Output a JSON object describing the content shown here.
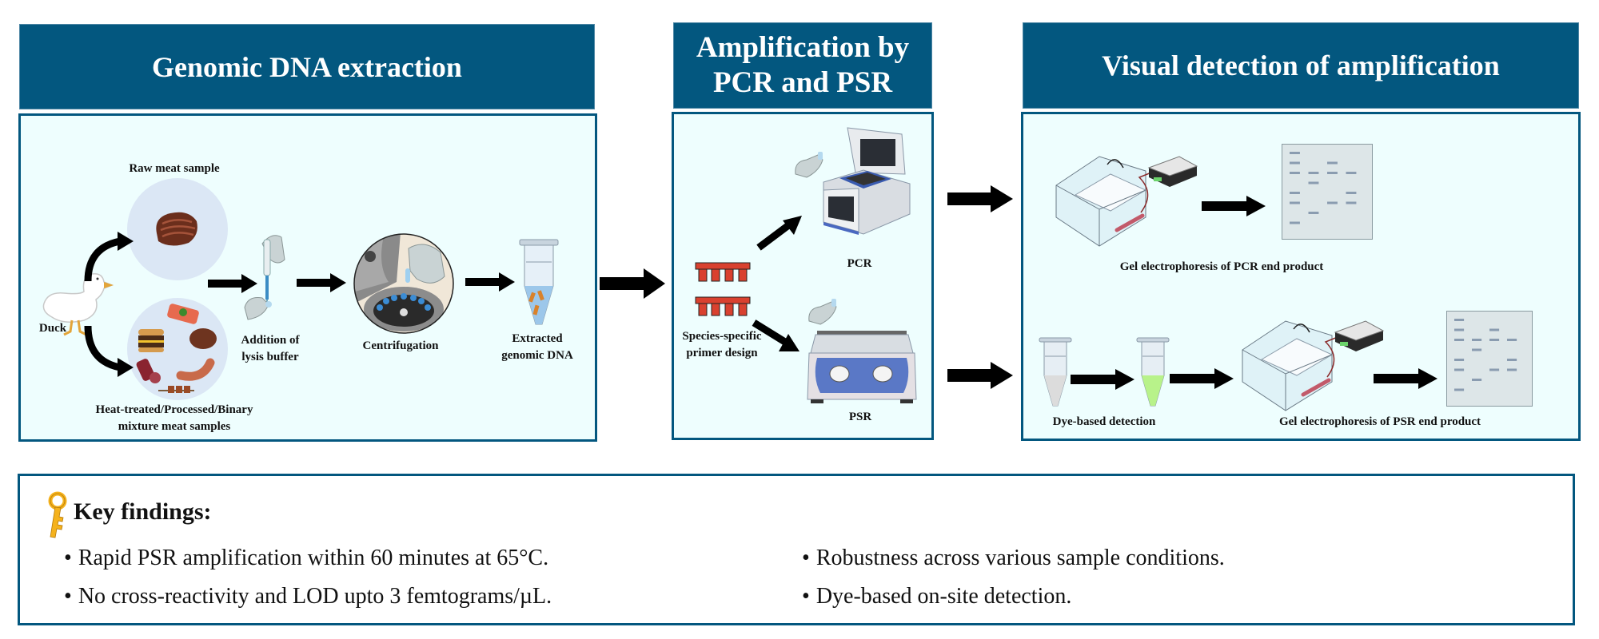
{
  "panels": {
    "extraction": {
      "title": "Genomic DNA extraction",
      "labels": {
        "raw_meat": "Raw meat sample",
        "duck": "Duck",
        "processed_line1": "Heat-treated/Processed/Binary",
        "processed_line2": "mixture meat samples",
        "lysis_line1": "Addition of",
        "lysis_line2": "lysis buffer",
        "centrifugation": "Centrifugation",
        "extracted_line1": "Extracted",
        "extracted_line2": "genomic DNA"
      }
    },
    "amplification": {
      "title_line1": "Amplification by",
      "title_line2": "PCR and PSR",
      "labels": {
        "pcr": "PCR",
        "psr": "PSR",
        "primer_line1": "Species-specific",
        "primer_line2": "primer design"
      }
    },
    "detection": {
      "title": "Visual detection of amplification",
      "labels": {
        "gel_pcr": "Gel electrophoresis of PCR end product",
        "dye": "Dye-based detection",
        "gel_psr": "Gel electrophoresis of PSR end product"
      },
      "gel_bands": [
        [
          1,
          0,
          0,
          0
        ],
        [
          1,
          0,
          1,
          0
        ],
        [
          1,
          1,
          1,
          1
        ],
        [
          0,
          1,
          0,
          0
        ],
        [
          1,
          0,
          0,
          1
        ],
        [
          1,
          0,
          1,
          1
        ],
        [
          0,
          1,
          0,
          0
        ],
        [
          1,
          0,
          0,
          0
        ]
      ]
    }
  },
  "key_findings": {
    "title": "Key findings:",
    "icon": "key-icon",
    "bullet_char": "•",
    "items": [
      "Rapid PSR amplification within 60 minutes at 65°C.",
      "No cross-reactivity and LOD upto 3 femtograms/µL.",
      "Robustness across various sample conditions.",
      "Dye-based on-site detection."
    ]
  },
  "colors": {
    "header_bg": "#03577f",
    "panel_bg": "#eefefe",
    "primer_red": "#d9412f",
    "dye_green": "#b8f28a",
    "key_gold": "#f5b21c"
  }
}
